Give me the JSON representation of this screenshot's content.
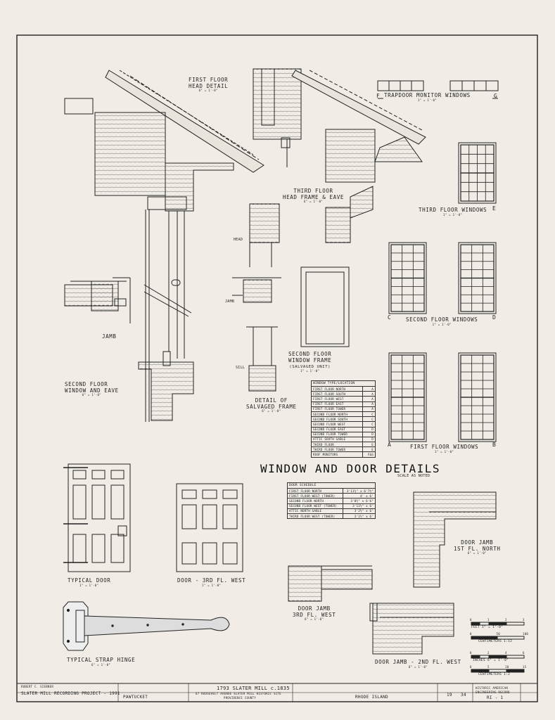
{
  "title": "WINDOW AND DOOR DETAILS",
  "title_scale": "SCALE AS NOTED",
  "labels": {
    "first_floor_head": "FIRST FLOOR",
    "first_floor_head2": "HEAD DETAIL",
    "first_floor_head_scale": "6\" = 1'-0\"",
    "trapdoor": "TRAPDOOR MONITOR WINDOWS",
    "trapdoor_scale": "1\" = 1'-0\"",
    "trap_f": "F",
    "trap_g": "G",
    "third_head_1": "THIRD FLOOR",
    "third_head_2": "HEAD FRAME & EAVE",
    "third_head_scale": "6\" = 1'-0\"",
    "third_windows": "THIRD FLOOR WINDOWS",
    "third_windows_e": "E",
    "third_windows_scale": "1\" = 1'-0\"",
    "head": "HEAD",
    "jamb_small": "JAMB",
    "sill": "SILL",
    "jamb": "JAMB",
    "second_frame_1": "SECOND FLOOR",
    "second_frame_2": "WINDOW FRAME",
    "second_frame_3": "(SALVAGED UNIT)",
    "second_frame_scale": "1\" = 1'-0\"",
    "second_windows": "SECOND FLOOR WINDOWS",
    "second_c": "C",
    "second_d": "D",
    "second_windows_scale": "1\" = 1'-0\"",
    "second_eave_1": "SECOND FLOOR",
    "second_eave_2": "WINDOW AND EAVE",
    "second_eave_scale": "6\" = 1'-0\"",
    "salvaged_1": "DETAIL OF",
    "salvaged_2": "SALVAGED FRAME",
    "salvaged_scale": "6\" = 1'-0\"",
    "first_windows": "FIRST FLOOR WINDOWS",
    "first_a": "A",
    "first_b": "B",
    "first_windows_scale": "1\" = 1'-0\"",
    "typical_door": "TYPICAL DOOR",
    "typical_door_scale": "1\" = 1'-0\"",
    "door_3rd": "DOOR - 3RD FL. WEST",
    "door_3rd_scale": "1\" = 1'-0\"",
    "jamb_north_1": "DOOR JAMB",
    "jamb_north_2": "1ST FL. NORTH",
    "jamb_north_scale": "6\" = 1'-0\"",
    "jamb_3rd_1": "DOOR JAMB",
    "jamb_3rd_2": "3RD FL. WEST",
    "jamb_3rd_scale": "6\" = 1'-0\"",
    "jamb_2nd": "DOOR JAMB - 2ND FL. WEST",
    "jamb_2nd_scale": "6\" = 1'-0\"",
    "hinge": "TYPICAL STRAP HINGE",
    "hinge_scale": "6\" = 1'-0\""
  },
  "window_schedule": {
    "header": "WINDOW TYPE/LOCATION",
    "rows": [
      [
        "FIRST FLOOR NORTH",
        "A"
      ],
      [
        "FIRST FLOOR SOUTH",
        "A"
      ],
      [
        "FIRST FLOOR WEST",
        "A"
      ],
      [
        "FIRST FLOOR EAST",
        "A"
      ],
      [
        "FIRST FLOOR TOWER",
        "A"
      ],
      [
        "SECOND FLOOR NORTH",
        "C"
      ],
      [
        "SECOND FLOOR SOUTH",
        "C"
      ],
      [
        "SECOND FLOOR WEST",
        "C"
      ],
      [
        "SECOND FLOOR EAST",
        "D"
      ],
      [
        "SECOND FLOOR TOWER",
        "D"
      ],
      [
        "ATTIC SOUTH GABLE",
        "D"
      ],
      [
        "THIRD FLOOR",
        "E"
      ],
      [
        "THIRD FLOOR TOWER",
        "E"
      ],
      [
        "ROOF MONITORS",
        "F&G"
      ]
    ]
  },
  "door_schedule": {
    "header": "DOOR SCHEDULE",
    "rows": [
      [
        "FIRST FLOOR NORTH",
        "3'11½\" x 6'7½\""
      ],
      [
        "FIRST FLOOR WEST (TOWER)",
        "4' x 6'"
      ],
      [
        "SECOND FLOOR NORTH",
        "3'0½\" x 6'6\""
      ],
      [
        "SECOND FLOOR WEST (TOWER)",
        "3'11½\" x 6'"
      ],
      [
        "ATTIC NORTH GABLE",
        "3'2½\" x 6'"
      ],
      [
        "THIRD FLOOR WEST (TOWER)",
        "3'1½\" x 6'"
      ]
    ]
  },
  "scales": {
    "feet": "FEET 1\" = 1'-0\"",
    "cm1": "CENTIMETERS 1:12",
    "inches": "INCHES 6\" = 1'-0\"",
    "cm2": "CENTIMETERS 1:2",
    "ticks_feet": [
      "0",
      "1",
      "2",
      "3"
    ],
    "ticks_cm1": [
      "0",
      "50",
      "100"
    ],
    "ticks_in": [
      "0",
      "2",
      "4",
      "6"
    ],
    "ticks_cm2": [
      "0",
      "5",
      "10",
      "15"
    ]
  },
  "title_block": {
    "drawn_by": "ROBERT C. GIEBNER",
    "project": "SLATER MILL RECORDING PROJECT - 1991",
    "city": "PAWTUCKET",
    "building": "1793 SLATER MILL c.1835",
    "address": "67 ROOSEVELT AVENUE   SLATER MILL HISTORIC SITE",
    "county": "PROVIDENCE COUNTY",
    "state": "RHODE ISLAND",
    "sheet": "19",
    "of": "34",
    "agency_1": "HISTORIC AMERICAN",
    "agency_2": "ENGINEERING RECORD",
    "record_no": "RI - 1"
  }
}
